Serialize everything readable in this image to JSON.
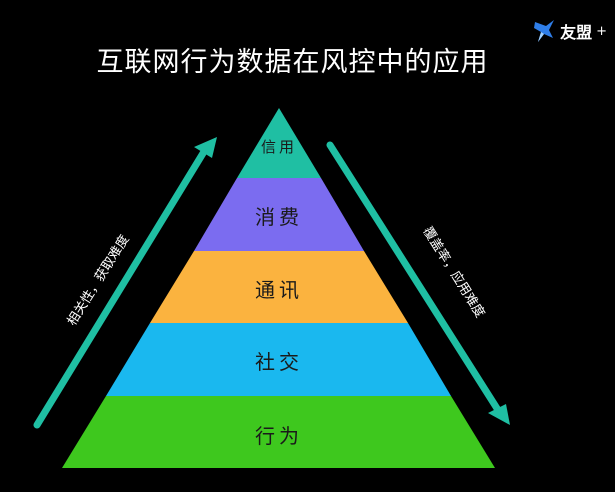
{
  "header": {
    "title": "互联网行为数据在风控中的应用"
  },
  "logo": {
    "name": "友盟",
    "suffix": "+"
  },
  "pyramid": {
    "levels": [
      {
        "label": "信用",
        "color": "#1fbfa3"
      },
      {
        "label": "消费",
        "color": "#7b6cf0"
      },
      {
        "label": "通讯",
        "color": "#fbb33f"
      },
      {
        "label": "社交",
        "color": "#1ab8ef"
      },
      {
        "label": "行为",
        "color": "#3ec81e"
      }
    ]
  },
  "arrows": {
    "color": "#1fbfa3",
    "left_label": "相关性，获取难度",
    "right_label": "覆盖率，应用难度"
  }
}
